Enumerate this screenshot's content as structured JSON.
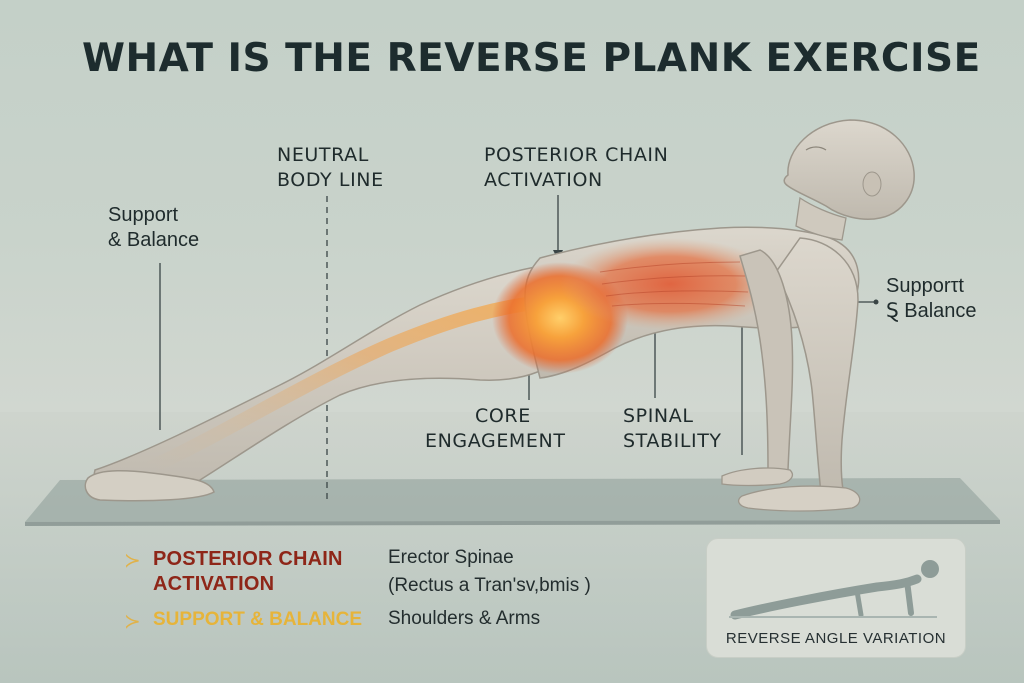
{
  "title": "WHAT IS THE REVERSE PLANK EXERCISE",
  "labels": {
    "support_left": [
      "Support",
      "& Balance"
    ],
    "neutral_body_line": [
      "NEUTRAL",
      "BODY LINE"
    ],
    "posterior_chain": [
      "POSTERIOR CHAIN",
      "ACTIVATION"
    ],
    "support_right": [
      "Supporτt",
      "Ȿ Balance"
    ],
    "core_engagement": [
      "CORE",
      "ENGAGEMENT"
    ],
    "spinal_stability": [
      "SPINAL",
      "STABILITY"
    ]
  },
  "legend": [
    {
      "marker": "≻",
      "term": [
        "POSTERIOR CHAIN",
        "ACTIVATION"
      ],
      "term_color": "#8e2618",
      "description": [
        "Erector Spinae",
        "(Rectus a Tran'sv,bmis )"
      ]
    },
    {
      "marker": "≻",
      "term": [
        "SUPPORT & BALANCE"
      ],
      "term_color": "#e6b43a",
      "description": [
        "Shoulders & Arms"
      ]
    }
  ],
  "variation": {
    "label": "REVERSE ANGLE VARIATION"
  },
  "colors": {
    "background": "#c9d3cb",
    "mat": "#8c9b97",
    "skin": "#cdc8bd",
    "muscle_highlight": "#f0782a",
    "title": "#1d2c2e"
  }
}
